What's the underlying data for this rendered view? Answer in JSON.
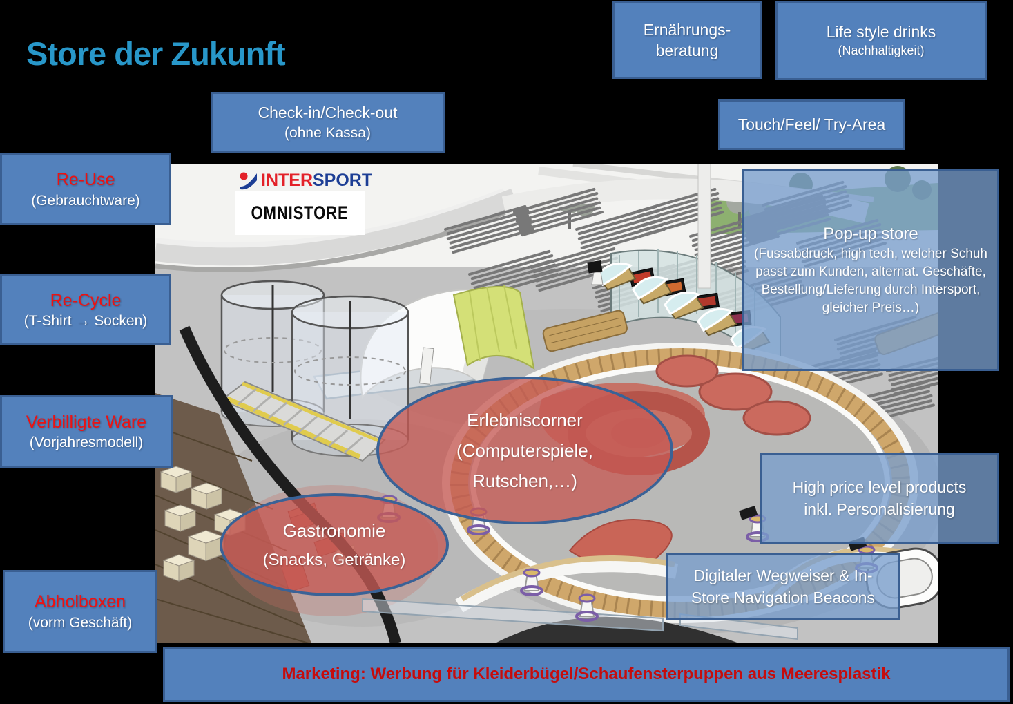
{
  "title": "Store der Zukunft",
  "colors": {
    "accent_teal": "#2897C9",
    "box_fill": "#5381BC",
    "box_border": "#3A5F92",
    "overlay_fill": "rgba(120,157,205,0.78)",
    "ellipse_fill": "rgba(197,90,84,0.78)",
    "ellipse_border": "#3A6296",
    "red_label": "#ED1212",
    "marketing_red": "#C60C0C",
    "logo_red": "#E32129",
    "logo_blue": "#1D3E95"
  },
  "logo": {
    "part1": "INTER",
    "part2": "SPORT",
    "store_label": "OMNISTORE"
  },
  "callouts": {
    "check_in": {
      "line1": "Check-in/Check-out",
      "line2": "(ohne Kassa)"
    },
    "ernaehrungsberatung": {
      "line1": "Ernährungs-",
      "line2": "beratung"
    },
    "lifestyle_drinks": {
      "line1": "Life style drinks",
      "line2": "(Nachhaltigkeit)"
    },
    "touch_feel": {
      "line1": "Touch/Feel/ Try-Area"
    },
    "re_use": {
      "line1": "Re-Use",
      "line2": "(Gebrauchtware)"
    },
    "re_cycle": {
      "line1": "Re-Cycle",
      "line2": "(T-Shirt → Socken)"
    },
    "verbilligte_ware": {
      "line1": "Verbilligte Ware",
      "line2": "(Vorjahresmodell)"
    },
    "abholboxen": {
      "line1": "Abholboxen",
      "line2": "(vorm Geschäft)"
    },
    "pop_up_store": {
      "title": "Pop-up store",
      "body": "(Fussabdruck, high tech, welcher Schuh passt zum Kunden, alternat. Geschäfte, Bestellung/Lieferung durch Intersport, gleicher Preis…)"
    },
    "high_price": {
      "line1": "High price level products",
      "line2": "inkl. Personalisierung"
    },
    "digitaler_wegweiser": {
      "line1": "Digitaler Wegweiser & In-",
      "line2": "Store Navigation Beacons"
    },
    "marketing": {
      "text": "Marketing: Werbung für Kleiderbügel/Schaufensterpuppen aus Meeresplastik"
    },
    "erlebniscorner": {
      "line1": "Erlebniscorner",
      "line2": "(Computerspiele,",
      "line3": "Rutschen,…)"
    },
    "gastronomie": {
      "line1": "Gastronomie",
      "line2": "(Snacks, Getränke)"
    }
  }
}
